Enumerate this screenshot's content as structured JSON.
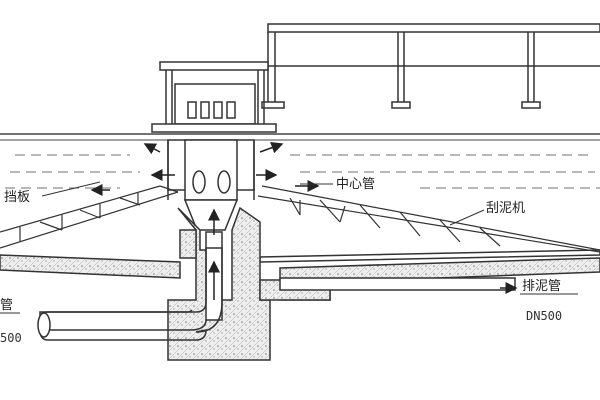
{
  "labels": {
    "baffle": "挡板",
    "center_pipe": "中心管",
    "scraper": "刮泥机",
    "sludge_pipe": "排泥管",
    "sludge_pipe_size": "DN500",
    "inlet_pipe_partial": "管",
    "inlet_pipe_size_partial": "500"
  }
}
